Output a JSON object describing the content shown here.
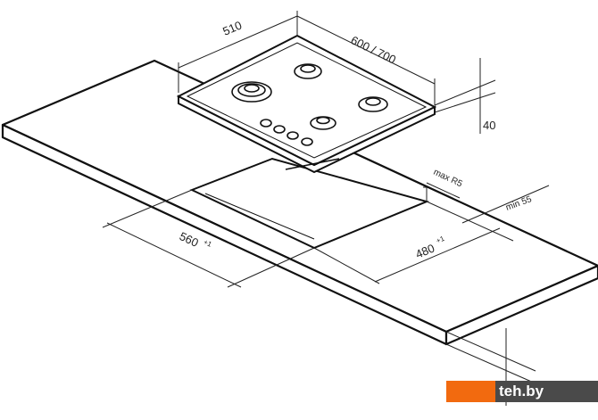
{
  "diagram": {
    "title_dims": {
      "depth": "510",
      "width": "600 / 700",
      "height": "40",
      "corner_radius": "max R5",
      "min_edge": "min 55",
      "cutout_depth": "480",
      "cutout_depth_tol": "+1",
      "cutout_width": "560",
      "cutout_width_tol": "+1"
    },
    "watermark": "teh.by",
    "colors": {
      "watermark_orange": "#f26a0f",
      "watermark_grey": "#4a4a4a"
    }
  }
}
